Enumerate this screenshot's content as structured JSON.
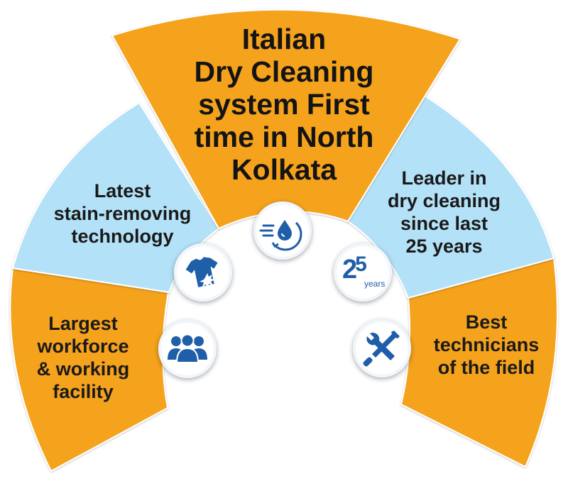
{
  "segments": {
    "top": {
      "lines": [
        "Italian",
        "Dry Cleaning",
        "system First",
        "time in North",
        "Kolkata"
      ],
      "color": "#f5a21f",
      "icon": "water-drop-icon"
    },
    "upper_left": {
      "lines": [
        "Latest",
        "stain-removing",
        "technology"
      ],
      "color": "#b3e1f7",
      "icon": "stained-shirt-icon"
    },
    "lower_left": {
      "lines": [
        "Largest",
        "workforce",
        "& working",
        "facility"
      ],
      "color": "#f5a21f",
      "icon": "team-icon"
    },
    "upper_right": {
      "lines": [
        "Leader in",
        "dry cleaning",
        "since last",
        "25 years"
      ],
      "color": "#b3e1f7",
      "icon": "anniversary-badge-icon"
    },
    "lower_right": {
      "lines": [
        "Best",
        "technicians",
        "of the field"
      ],
      "color": "#f5a21f",
      "icon": "tools-icon"
    }
  },
  "badge": {
    "number_main": "2",
    "number_sup": "5",
    "word": "years"
  },
  "colors": {
    "icon_blue": "#1f5ea8",
    "orange": "#f5a21f",
    "light_blue": "#b3e1f7"
  }
}
